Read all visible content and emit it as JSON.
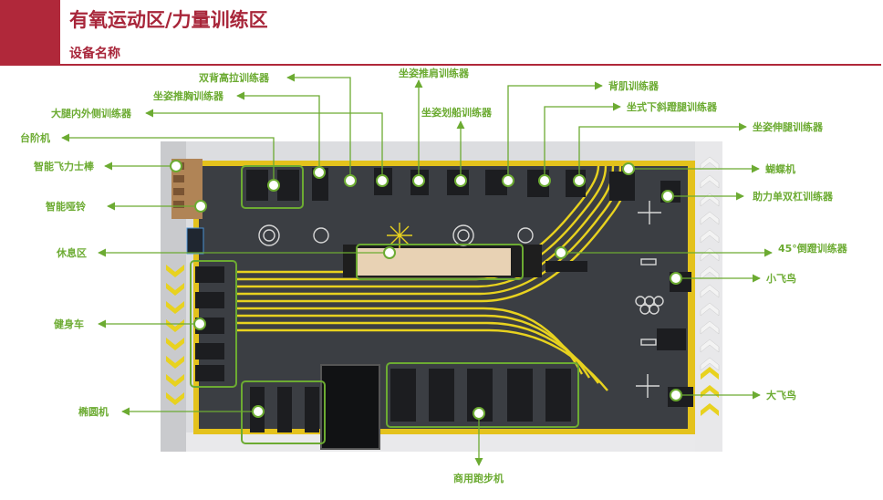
{
  "header": {
    "title": "有氧运动区/力量训练区",
    "subtitle": "设备名称"
  },
  "colors": {
    "accent": "#b0283a",
    "label_green": "#6cab32",
    "floor": "#3b3e43",
    "track_yellow": "#e8d21f"
  },
  "labels": {
    "shuangbei_gaola": "双背高拉训练器",
    "zuozi_tuijian": "坐姿推肩训练器",
    "beiji": "背肌训练器",
    "zuozi_tuixiong": "坐姿推胸训练器",
    "zuozi_huachuan": "坐姿划船训练器",
    "zuoshi_xiaxie_dengtui": "坐式下斜蹬腿训练器",
    "datui_neiwaice": "大腿内外侧训练器",
    "zuozi_shentui": "坐姿伸腿训练器",
    "taijieji": "台阶机",
    "zhineng_feilishi": "智能飞力士棒",
    "hudieji": "蝴蝶机",
    "zhuli_dan_shuanggang": "助力单双杠训练器",
    "zhineng_yaling": "智能哑铃",
    "xiuxiqu": "休息区",
    "dao_deng_45": "45°倒蹬训练器",
    "xiaofeiniao": "小飞鸟",
    "jianshenche": "健身车",
    "tuoyuanji": "椭圆机",
    "dafeiniao": "大飞鸟",
    "shangyong_paobuji": "商用跑步机"
  }
}
